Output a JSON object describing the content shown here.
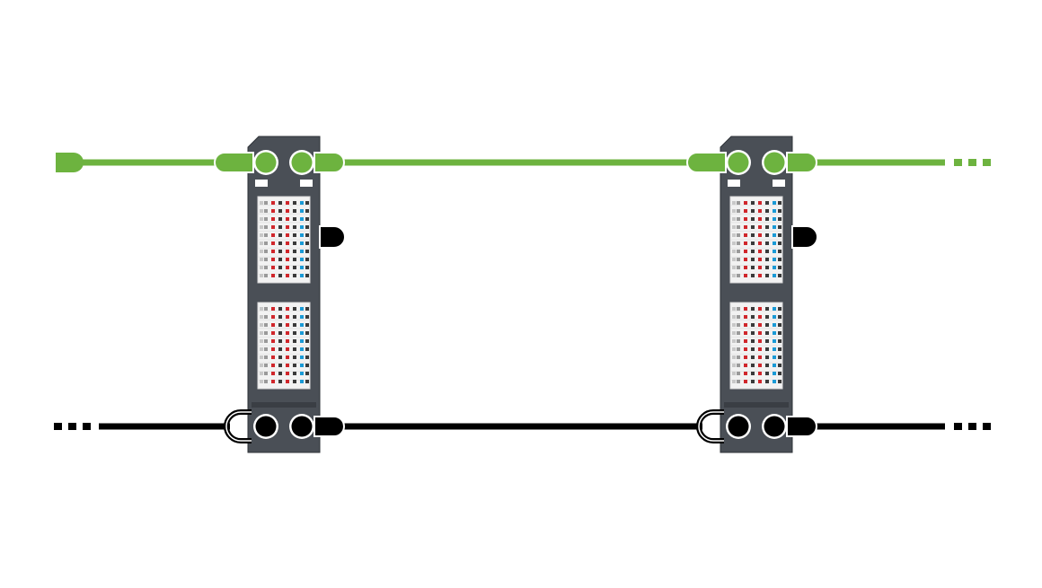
{
  "diagram": {
    "type": "io-module-chain",
    "description_visible_text": "",
    "colors": {
      "background": "#ffffff",
      "housing": "#4a4f56",
      "housing_outline": "#2f3338",
      "upper_bus": "#6db33f",
      "lower_bus": "#000000",
      "terminal_cell": "#f2f2f2",
      "terminal_frame": "#d9d9d9",
      "pin_gray": "#9a9a9a",
      "pin_red": "#d0262b",
      "pin_blue": "#1a9ad6",
      "pin_dark": "#3a3a3a"
    },
    "modules": [
      {
        "id": "module-1"
      },
      {
        "id": "module-2"
      }
    ],
    "buses": [
      {
        "id": "upper-bus",
        "color_key": "upper_bus",
        "continues_right": true,
        "continues_left": false
      },
      {
        "id": "lower-bus",
        "color_key": "lower_bus",
        "continues_right": true,
        "continues_left": true
      }
    ]
  }
}
